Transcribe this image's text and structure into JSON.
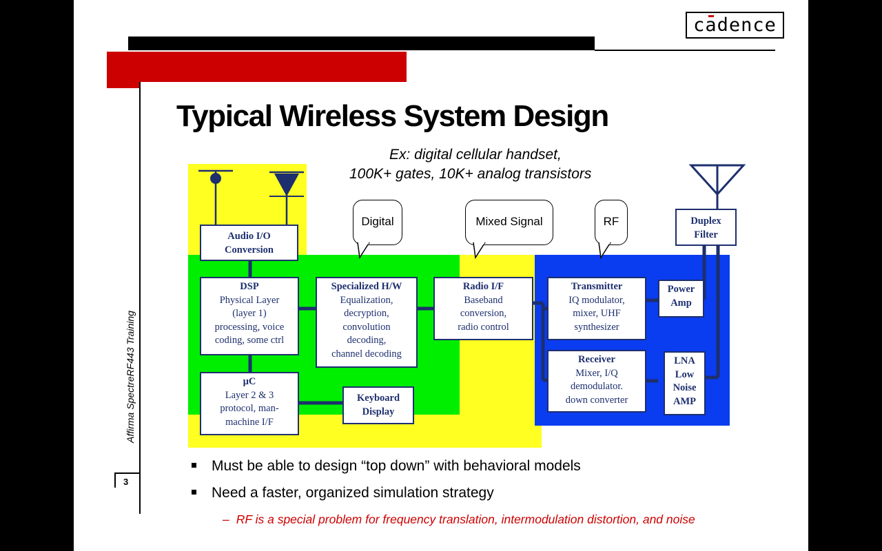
{
  "logo": {
    "text": "cadence"
  },
  "title": "Typical Wireless System Design",
  "example": {
    "line1": "Ex:  digital cellular handset,",
    "line2": "100K+ gates, 10K+ analog transistors"
  },
  "side_label": "Affirma SpectreRF443 Training",
  "page_number": "3",
  "bubbles": {
    "digital": "Digital",
    "mixed": "Mixed Signal",
    "rf": "RF"
  },
  "blocks": {
    "audio": {
      "title": "Audio I/O",
      "lines": [
        "Conversion"
      ]
    },
    "dsp": {
      "title": "DSP",
      "lines": [
        "Physical Layer",
        "(layer 1)",
        "processing, voice",
        "coding, some ctrl"
      ]
    },
    "hw": {
      "title": "Specialized H/W",
      "lines": [
        "Equalization,",
        "decryption,",
        "convolution",
        "decoding,",
        "channel decoding"
      ]
    },
    "radio": {
      "title": "Radio I/F",
      "lines": [
        "Baseband",
        "conversion,",
        "radio control"
      ]
    },
    "tx": {
      "title": "Transmitter",
      "lines": [
        "IQ modulator,",
        "mixer, UHF",
        "synthesizer"
      ]
    },
    "pa": {
      "title": "Power",
      "lines": [
        "Amp"
      ]
    },
    "duplex": {
      "title": "Duplex",
      "lines": [
        "Filter"
      ]
    },
    "rx": {
      "title": "Receiver",
      "lines": [
        "Mixer, I/Q",
        "demodulator.",
        "down converter"
      ]
    },
    "lna": {
      "title": "LNA",
      "lines": [
        "Low",
        "Noise",
        "AMP"
      ]
    },
    "uc": {
      "title": "µC",
      "lines": [
        "Layer 2 & 3",
        "protocol, man-",
        "machine I/F"
      ]
    },
    "kbd": {
      "title": "Keyboard",
      "lines": [
        "Display"
      ]
    }
  },
  "bullets": [
    "Must be able to design “top down” with behavioral models",
    "Need a faster, organized simulation strategy"
  ],
  "sub_bullet": "RF is a special problem for frequency translation, intermodulation distortion, and noise",
  "colors": {
    "header_red": "#cc0000",
    "zone_yellow": "#ffff22",
    "zone_green": "#00ee00",
    "zone_blue": "#0a3cf0",
    "block_text": "#1d2f6e",
    "sub_bullet_red": "#cc0000"
  }
}
